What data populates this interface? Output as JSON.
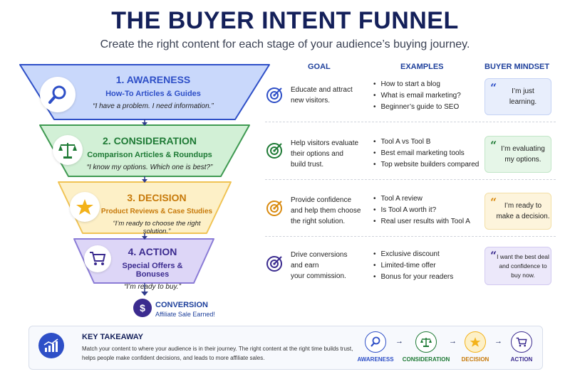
{
  "header": {
    "title": "THE BUYER INTENT FUNNEL",
    "subtitle": "Create the right content for each stage of your audience’s buying journey."
  },
  "columns": {
    "goal": "GOAL",
    "examples": "EXAMPLES",
    "mindset": "BUYER MINDSET"
  },
  "stages": [
    {
      "name": "1. AWARENESS",
      "subtitle": "How-To Articles & Guides",
      "quote": "“I have a problem. I need information.”",
      "icon": "search-icon",
      "color": "#2e4fc7",
      "fill": "#c9d8fb",
      "goal": [
        "Educate and attract",
        "new visitors."
      ],
      "examples": [
        "How to start a blog",
        "What is email marketing?",
        "Beginner’s guide to SEO"
      ],
      "mindset": [
        "I’m just",
        "learning."
      ],
      "mindset_bg": "#e8eefc"
    },
    {
      "name": "2. CONSIDERATION",
      "subtitle": "Comparison Articles & Roundups",
      "quote": "“I know my options. Which one is best?”",
      "icon": "scales-icon",
      "color": "#1e7a35",
      "fill": "#d2f0d6",
      "goal": [
        "Help visitors evaluate",
        "their options and",
        "build trust."
      ],
      "examples": [
        "Tool A vs Tool B",
        "Best email marketing tools",
        "Top website builders compared"
      ],
      "mindset": [
        "I’m evaluating",
        "my options."
      ],
      "mindset_bg": "#e6f6e8"
    },
    {
      "name": "3. DECISION",
      "subtitle": "Product Reviews & Case Studies",
      "quote": "“I’m ready to choose the right solution.”",
      "icon": "star-icon",
      "color": "#c77a0b",
      "fill": "#fdf0c7",
      "goal": [
        "Provide confidence",
        "and help them choose",
        "the right solution."
      ],
      "examples": [
        "Tool A review",
        "Is Tool A worth it?",
        "Real user results with Tool A"
      ],
      "mindset": [
        "I’m ready to",
        "make a decision."
      ],
      "mindset_bg": "#fdf4dc"
    },
    {
      "name": "4. ACTION",
      "subtitle": "Special Offers & Bonuses",
      "quote": "“I’m ready to buy.”",
      "icon": "cart-icon",
      "color": "#3b2b8f",
      "fill": "#ddd6f7",
      "goal": [
        "Drive conversions",
        "and earn",
        "your commission."
      ],
      "examples": [
        "Exclusive discount",
        "Limited-time offer",
        "Bonus for your readers"
      ],
      "mindset": [
        "I want the best deal",
        "and confidence to",
        "buy now."
      ],
      "mindset_bg": "#ece8fa"
    }
  ],
  "conversion": {
    "title": "CONVERSION",
    "subtitle": "Affiliate Sale Earned!",
    "icon": "dollar-icon"
  },
  "takeaway": {
    "title": "KEY TAKEAWAY",
    "text": "Match your content to where your audience is in their journey. The right content at the right time builds trust, helps people make confident decisions, and leads to more affiliate sales.",
    "icon": "growth-chart-icon",
    "flow": [
      "AWARENESS",
      "CONSIDERATION",
      "DECISION",
      "ACTION"
    ]
  }
}
